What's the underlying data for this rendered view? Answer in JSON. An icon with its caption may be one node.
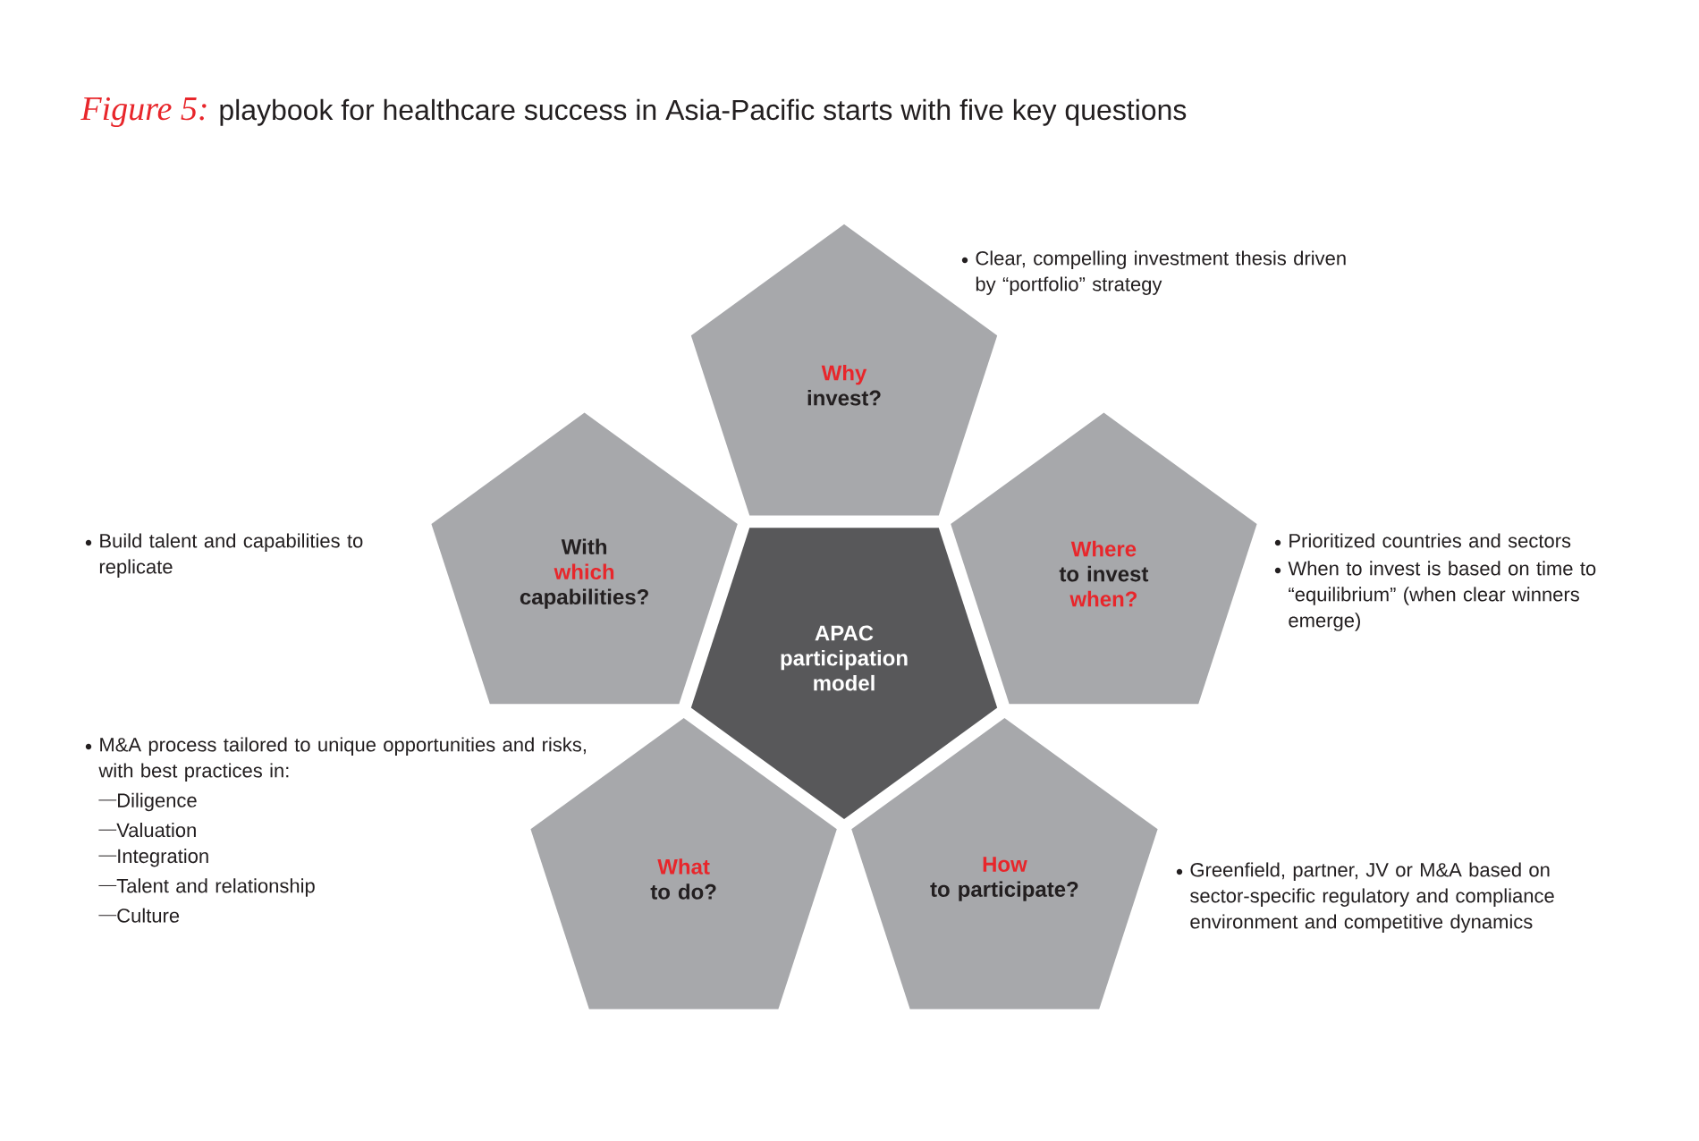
{
  "diagram": {
    "title": "playbook for healthcare success in Asia-Pacific starts with five key questions",
    "labels": [
      "Figure 5:"
    ],
    "nodes": [
      {
        "text": [
          "APAC participation model"
        ]
      },
      {
        "text": [
          "Why",
          "invest?"
        ],
        "beside": [
          "Clear, compelling investment thesis driven by “portfolio” strategy"
        ]
      },
      {
        "text": [
          "Where",
          "to invest",
          "when?"
        ],
        "beside": [
          "Prioritized countries and sectors",
          "When to invest is based on time to “equilibrium” (when clear winners emerge)"
        ]
      },
      {
        "text": [
          "How",
          "to participate?"
        ],
        "beside": [
          "Greenfield, partner, JV or M&A based on sector-specific regulatory and compliance environment and competitive dynamics"
        ]
      },
      {
        "text": [
          "What",
          "to do?"
        ],
        "beside": [
          "M&A process tailored to unique opportunities and risks, with best practices in:",
          "Diligence",
          "Valuation",
          "Integration",
          "Talent and relationship",
          "Culture"
        ]
      },
      {
        "text": [
          "With",
          "which",
          "capabilities?"
        ],
        "beside": [
          "Build talent and capabilities to replicate"
        ]
      }
    ]
  }
}
